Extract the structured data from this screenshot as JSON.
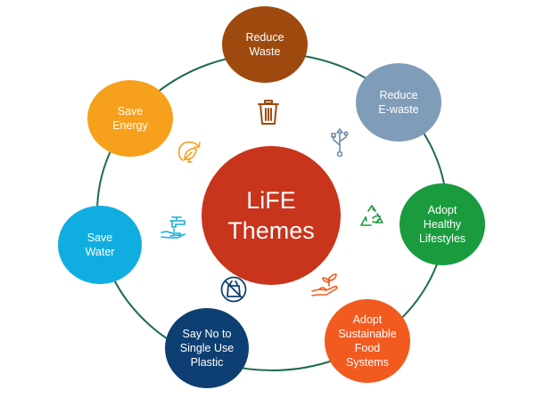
{
  "center": {
    "label": "LiFE\nThemes",
    "color": "#c8341c"
  },
  "ring_color": "#1e6b4e",
  "themes": [
    {
      "id": "reduce-waste",
      "label": "Reduce\nWaste",
      "color": "#9e4a0e"
    },
    {
      "id": "reduce-ewaste",
      "label": "Reduce\nE-waste",
      "color": "#7f9cb8"
    },
    {
      "id": "adopt-healthy-lifestyles",
      "label": "Adopt\nHealthy\nLifestyles",
      "color": "#1a9b3e"
    },
    {
      "id": "adopt-sustainable-food-systems",
      "label": "Adopt\nSustainable\nFood\nSystems",
      "color": "#f25a1f"
    },
    {
      "id": "say-no-single-use-plastic",
      "label": "Say No to\nSingle Use\nPlastic",
      "color": "#0e3f72"
    },
    {
      "id": "save-water",
      "label": "Save\nWater",
      "color": "#10aee0"
    },
    {
      "id": "save-energy",
      "label": "Save\nEnergy",
      "color": "#f7a01c"
    }
  ],
  "icons": [
    {
      "name": "trash-can-icon",
      "color": "#9e4a0e"
    },
    {
      "name": "usb-icon",
      "color": "#6f8ba6"
    },
    {
      "name": "recycle-icon",
      "color": "#1a9b3e"
    },
    {
      "name": "hand-sprout-icon",
      "color": "#f25a1f"
    },
    {
      "name": "no-plastic-bag-icon",
      "color": "#0e3f72"
    },
    {
      "name": "water-tap-hand-icon",
      "color": "#10aee0"
    },
    {
      "name": "leaf-energy-icon",
      "color": "#f7a01c"
    }
  ]
}
